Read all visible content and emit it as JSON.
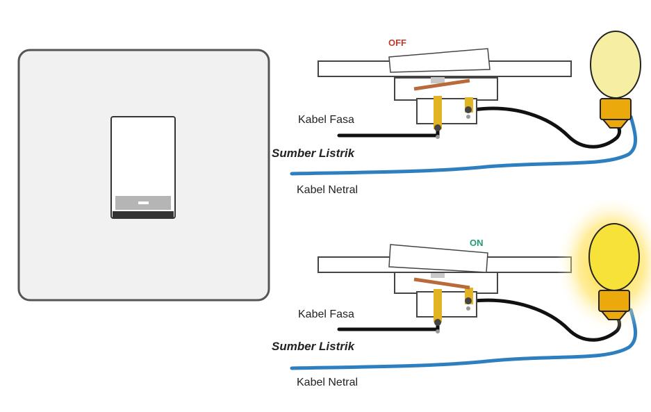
{
  "colors": {
    "plate_fill": "#f1f1f1",
    "plate_border": "#555555",
    "rocker_grey": "#b5b5b5",
    "off_color": "#c0392b",
    "on_color": "#1e9e6e",
    "wire_phase": "#111111",
    "wire_neutral": "#2e7fc0",
    "brass": "#e2b322",
    "copper": "#b86a3a",
    "bulb_off": "#f6efa3",
    "bulb_on": "#f7e23a",
    "bulb_base": "#eba90b"
  },
  "icons": [
    "light-switch-plate",
    "switch-mechanism-off",
    "switch-mechanism-on",
    "light-bulb-off",
    "light-bulb-on"
  ],
  "top": {
    "state_label": "OFF",
    "phase_label": "Kabel Fasa",
    "source_label": "Sumber Listrik",
    "neutral_label": "Kabel Netral"
  },
  "bottom": {
    "state_label": "ON",
    "phase_label": "Kabel Fasa",
    "source_label": "Sumber Listrik",
    "neutral_label": "Kabel Netral"
  }
}
